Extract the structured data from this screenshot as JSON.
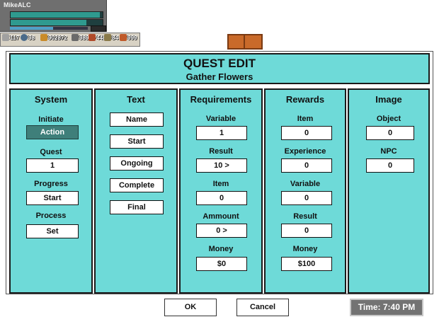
{
  "hud": {
    "player_name": "MikeALC",
    "stats": [
      "117",
      "98",
      "902872",
      "989",
      "448",
      "84",
      "999"
    ],
    "hp_fraction": 0.97,
    "mp_fraction": 0.82,
    "xp_fraction": 0.55
  },
  "quest_edit": {
    "title": "QUEST EDIT",
    "subtitle": "Gather Flowers",
    "system": {
      "title": "System",
      "initiate_label": "Initiate",
      "initiate_value": "Action",
      "quest_label": "Quest",
      "quest_value": "1",
      "progress_label": "Progress",
      "progress_value": "Start",
      "process_label": "Process",
      "process_value": "Set"
    },
    "text": {
      "title": "Text",
      "buttons": [
        "Name",
        "Start",
        "Ongoing",
        "Complete",
        "Final"
      ]
    },
    "requirements": {
      "title": "Requirements",
      "variable_label": "Variable",
      "variable_value": "1",
      "result_label": "Result",
      "result_value": "10 >",
      "item_label": "Item",
      "item_value": "0",
      "amount_label": "Ammount",
      "amount_value": "0 >",
      "money_label": "Money",
      "money_value": "$0"
    },
    "rewards": {
      "title": "Rewards",
      "item_label": "Item",
      "item_value": "0",
      "experience_label": "Experience",
      "experience_value": "0",
      "variable_label": "Variable",
      "variable_value": "0",
      "result_label": "Result",
      "result_value": "0",
      "money_label": "Money",
      "money_value": "$100"
    },
    "image": {
      "title": "Image",
      "object_label": "Object",
      "object_value": "0",
      "npc_label": "NPC",
      "npc_value": "0"
    },
    "ok_label": "OK",
    "cancel_label": "Cancel"
  },
  "time": "Time: 7:40 PM",
  "colors": {
    "panel": "#4ed2d0",
    "active_field": "#3f7f7a",
    "hud_bg": "#6f6f6f",
    "bar_fill": "#2f9a8f"
  }
}
